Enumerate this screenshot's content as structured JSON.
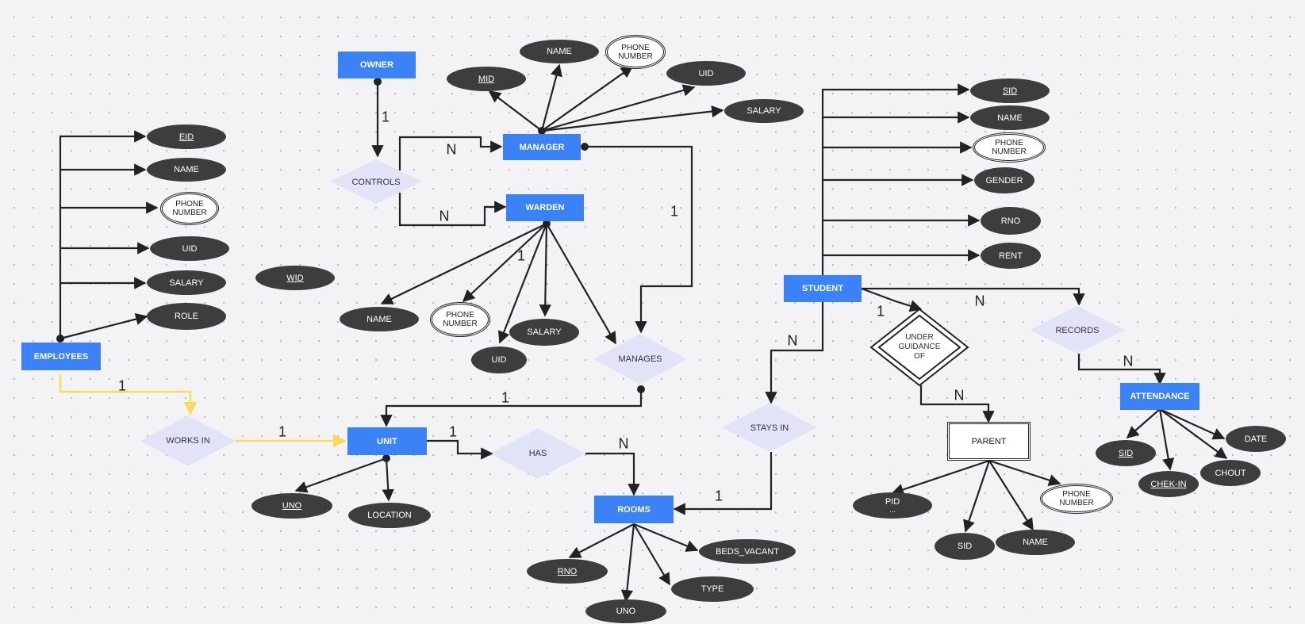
{
  "entities": {
    "owner": "OWNER",
    "manager": "MANAGER",
    "warden": "WARDEN",
    "employees": "EMPLOYEES",
    "unit": "UNIT",
    "rooms": "ROOMS",
    "student": "STUDENT",
    "parent": "PARENT",
    "attendance": "ATTENDANCE"
  },
  "relationships": {
    "controls": "CONTROLS",
    "works_in": "WORKS IN",
    "has": "HAS",
    "manages": "MANAGES",
    "stays_in": "STAYS IN",
    "under_guidance_of": "UNDER\nGUIDANCE\nOF",
    "records": "RECORDS"
  },
  "attributes": {
    "manager": {
      "mid": "MID",
      "name": "NAME",
      "phone": "PHONE\nNUMBER",
      "uid": "UID",
      "salary": "SALARY"
    },
    "employees": {
      "eid": "EID",
      "name": "NAME",
      "phone": "PHONE\nNUMBER",
      "uid": "UID",
      "salary": "SALARY",
      "role": "ROLE"
    },
    "wid": "WID",
    "warden": {
      "name": "NAME",
      "phone": "PHONE\nNUMBER",
      "uid": "UID",
      "salary": "SALARY"
    },
    "unit": {
      "uno": "UNO",
      "location": "LOCATION"
    },
    "rooms": {
      "rno": "RNO",
      "beds_vacant": "BEDS_VACANT",
      "type": "TYPE",
      "uno": "UNO"
    },
    "student": {
      "sid": "SID",
      "name": "NAME",
      "phone": "PHONE\nNUMBER",
      "gender": "GENDER",
      "rno": "RNO",
      "rent": "RENT"
    },
    "parent": {
      "pid": "PID",
      "pid_extra": "...",
      "sid": "SID",
      "name": "NAME",
      "phone": "PHONE\nNUMBER"
    },
    "attendance": {
      "sid": "SID",
      "date": "DATE",
      "chek_in": "CHEK-IN",
      "chout": "CHOUT"
    }
  },
  "cardinalities": {
    "owner_controls": "1",
    "controls_manager": "N",
    "controls_warden": "N",
    "manager_manages": "1",
    "warden_attr": "1",
    "employees_works": "1",
    "works_unit": "1",
    "manages_unit": "1",
    "unit_has": "1",
    "has_rooms": "N",
    "stays_rooms": "1",
    "student_stays": "N",
    "student_guidance": "1",
    "guidance_parent": "N",
    "student_records": "N",
    "records_attendance": "N"
  },
  "colors": {
    "entity": "#3b82f6",
    "relationship": "#e3e3f7",
    "attribute": "#3d3d3d",
    "line": "#222222",
    "highlight_line": "#f7dc5c"
  }
}
